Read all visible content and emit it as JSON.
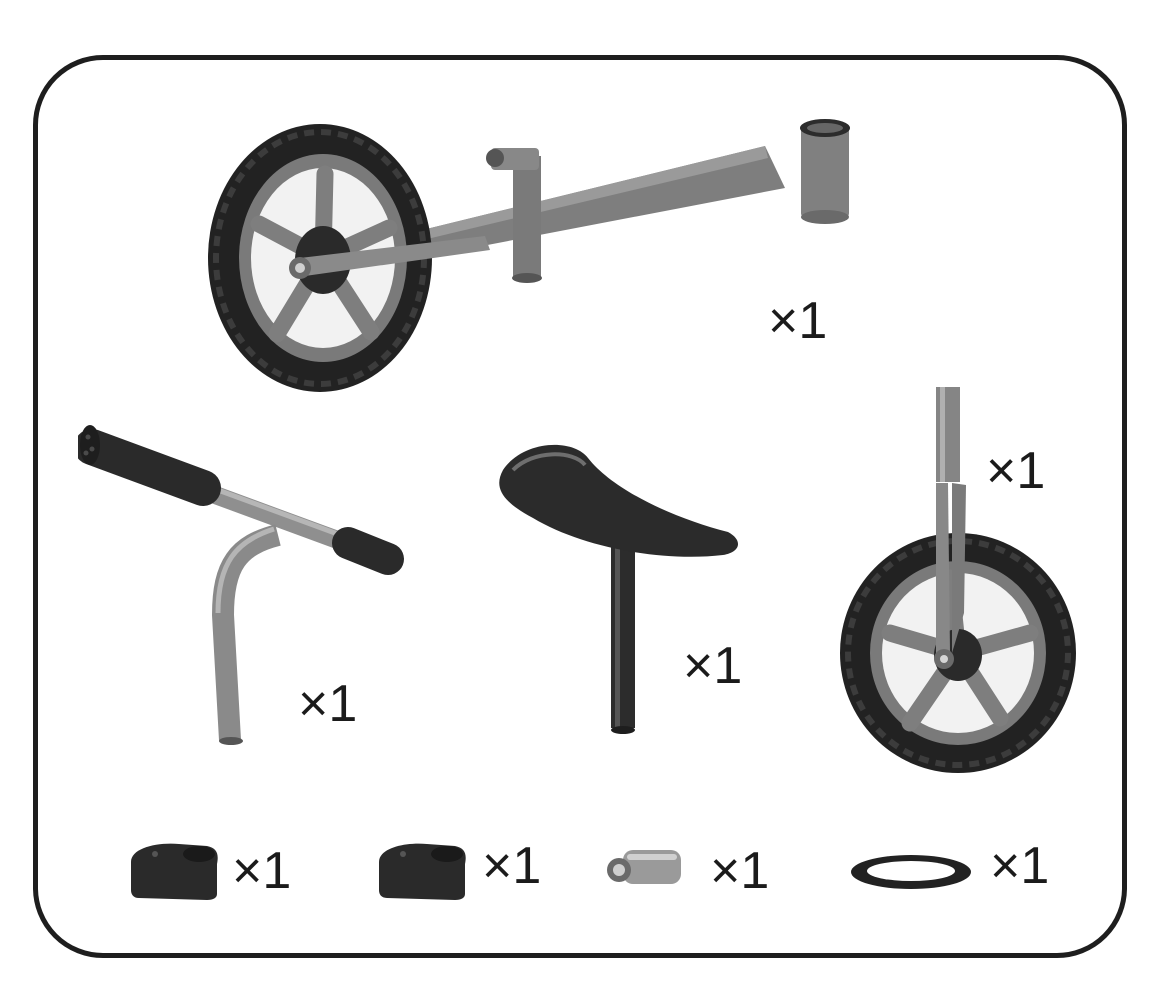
{
  "sheet": {
    "parts": [
      {
        "name": "frame-with-rear-wheel",
        "quantity": "×1"
      },
      {
        "name": "handlebar",
        "quantity": "×1"
      },
      {
        "name": "seat",
        "quantity": "×1"
      },
      {
        "name": "front-fork-with-wheel",
        "quantity": "×1"
      },
      {
        "name": "spacer-block-a",
        "quantity": "×1"
      },
      {
        "name": "spacer-block-b",
        "quantity": "×1"
      },
      {
        "name": "seat-clamp",
        "quantity": "×1"
      },
      {
        "name": "washer-ring",
        "quantity": "×1"
      }
    ]
  },
  "colors": {
    "border": "#1e1e1e",
    "tire": "#222222",
    "rim": "#7a7a7a",
    "metal": "#8c8c8c",
    "grip": "#2a2a2a",
    "seat": "#2b2b2b"
  }
}
